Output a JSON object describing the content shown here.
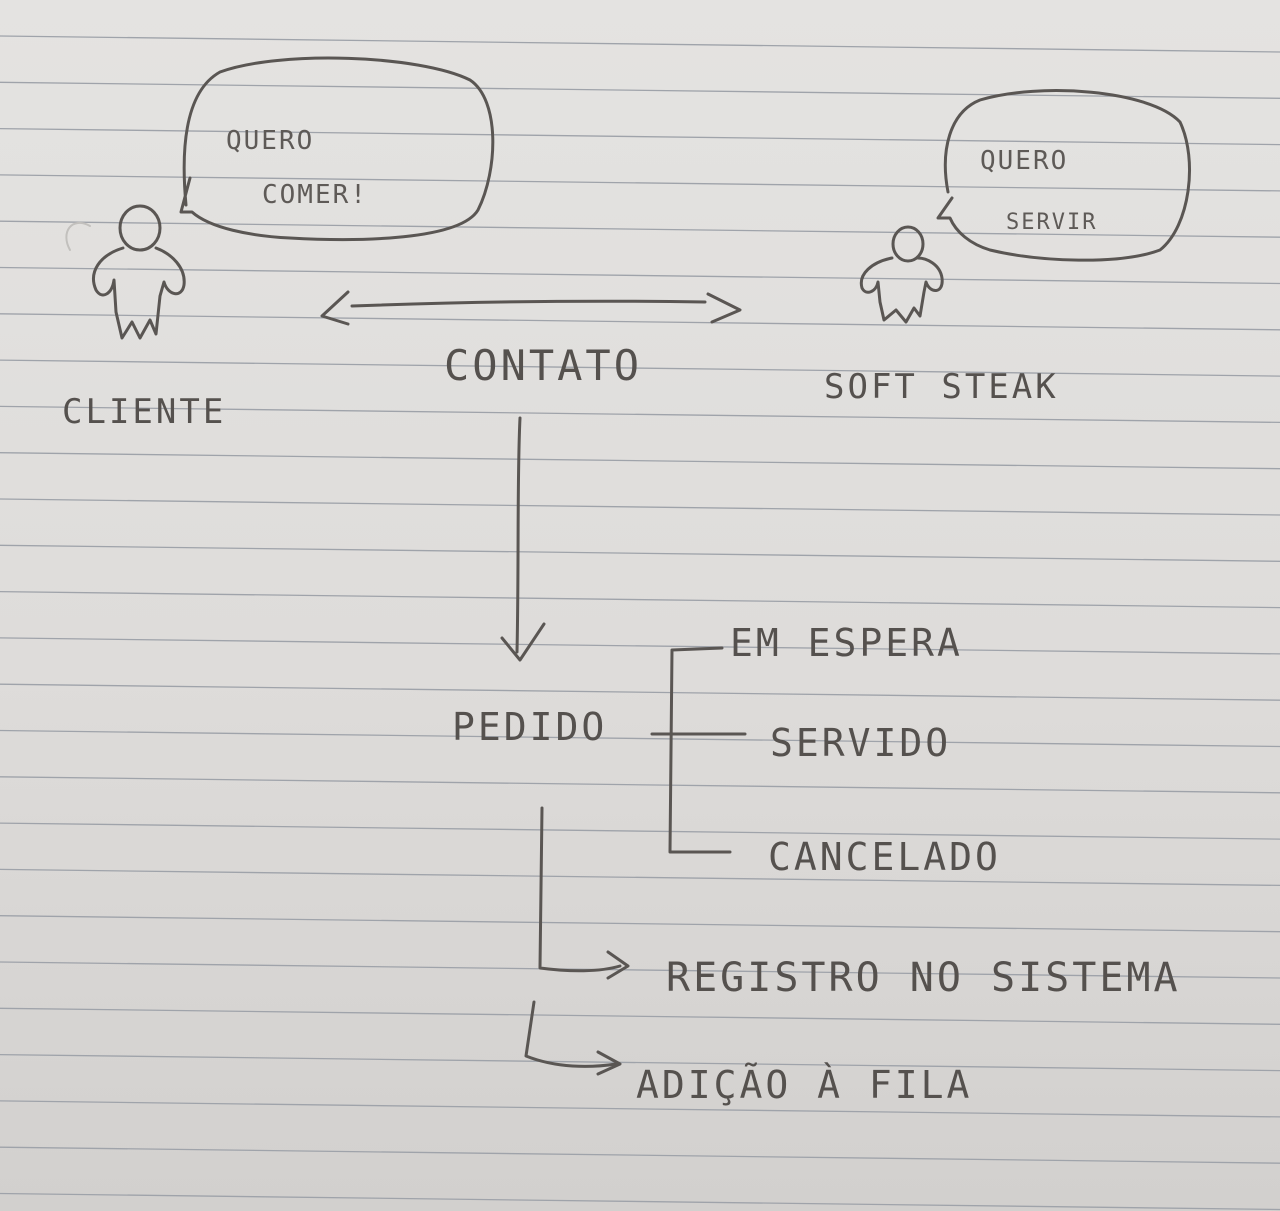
{
  "actors": {
    "cliente": {
      "label": "CLIENTE",
      "speech": [
        "QUERO",
        "COMER!"
      ],
      "icon": "person-icon"
    },
    "soft_steak": {
      "label": "SOFT STEAK",
      "speech": [
        "QUERO",
        "SERVIR"
      ],
      "icon": "person-icon"
    }
  },
  "link_label": "CONTATO",
  "order": {
    "label": "PEDIDO",
    "statuses": [
      "EM ESPERA",
      "SERVIDO",
      "CANCELADO"
    ],
    "steps": [
      "REGISTRO NO SISTEMA",
      "ADIÇÃO À FILA"
    ]
  },
  "colors": {
    "pencil": "#55514e",
    "paper": "#e2e1df",
    "rule": "#9fa3aa"
  }
}
